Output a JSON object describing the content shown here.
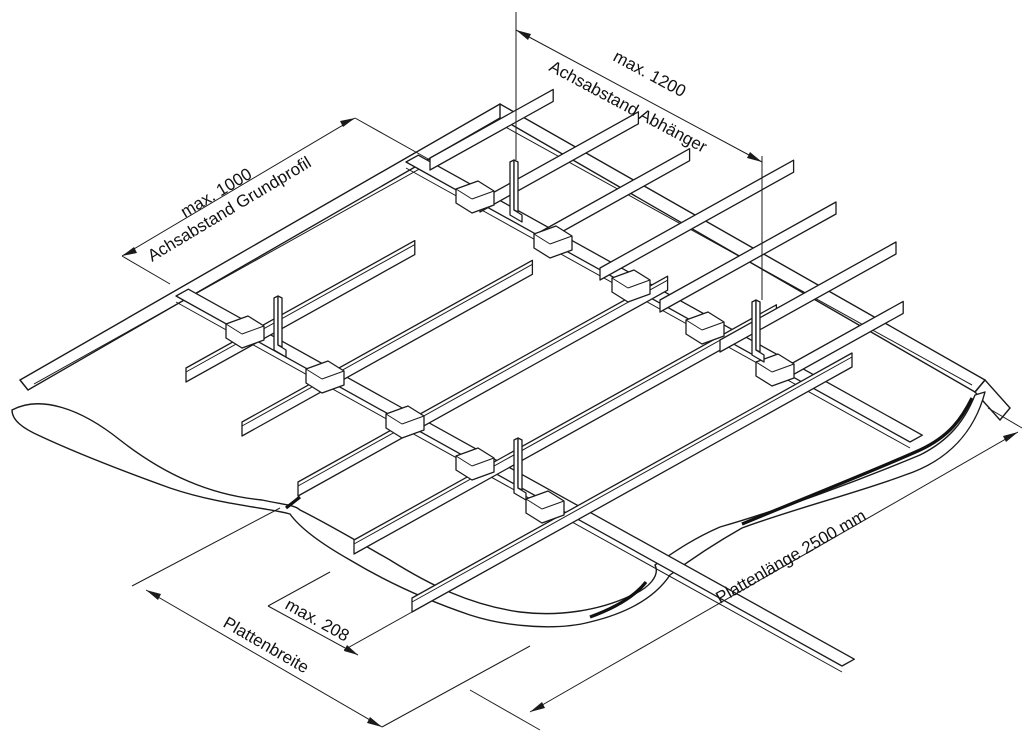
{
  "labels": {
    "max_hanger": "max. 1200",
    "hanger_spacing": "Achsabstand Abhänger",
    "max_base": "max. 1000",
    "base_spacing": "Achsabstand Grundprofil",
    "max_edge": "max. 208",
    "plate_width": "Plattenbreite",
    "plate_length": "Plattenlänge 2500 mm"
  }
}
